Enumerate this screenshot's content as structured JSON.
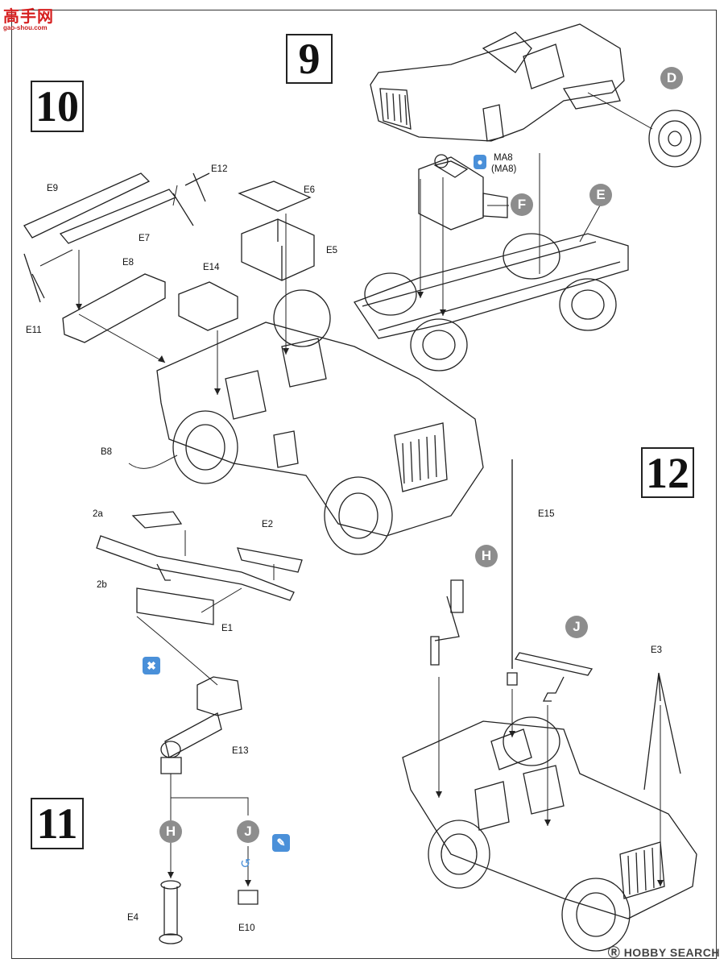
{
  "header": {
    "site_logo_text": "高手网",
    "site_logo_url": "gao-shou.com"
  },
  "steps": {
    "step9": "9",
    "step10": "10",
    "step11": "11",
    "step12": "12"
  },
  "subassemblies": {
    "d": "D",
    "e": "E",
    "f": "F",
    "h_top": "H",
    "j_top": "J",
    "h_bottom": "H",
    "j_bottom": "J"
  },
  "part_labels": {
    "ma8": "MA8",
    "ma8_alt": "(MA8)",
    "e12": "E12",
    "e9": "E9",
    "e6": "E6",
    "e7": "E7",
    "e5": "E5",
    "e8": "E8",
    "e14": "E14",
    "e11": "E11",
    "b8": "B8",
    "p2a": "2a",
    "e2": "E2",
    "p2b": "2b",
    "e1": "E1",
    "e13": "E13",
    "e15": "E15",
    "e3": "E3",
    "e4": "E4",
    "e10": "E10"
  },
  "icons": {
    "glue_icon": "glue-drop-icon",
    "cut_icon": "do-not-glue-icon",
    "paint_icon": "brush-icon"
  },
  "footer": {
    "watermark": "HOBBY SEARCH"
  },
  "colors": {
    "subassembly_circle": "#8d8d8d",
    "instruction_icon": "#4a90d9",
    "logo_red": "#d62020"
  }
}
